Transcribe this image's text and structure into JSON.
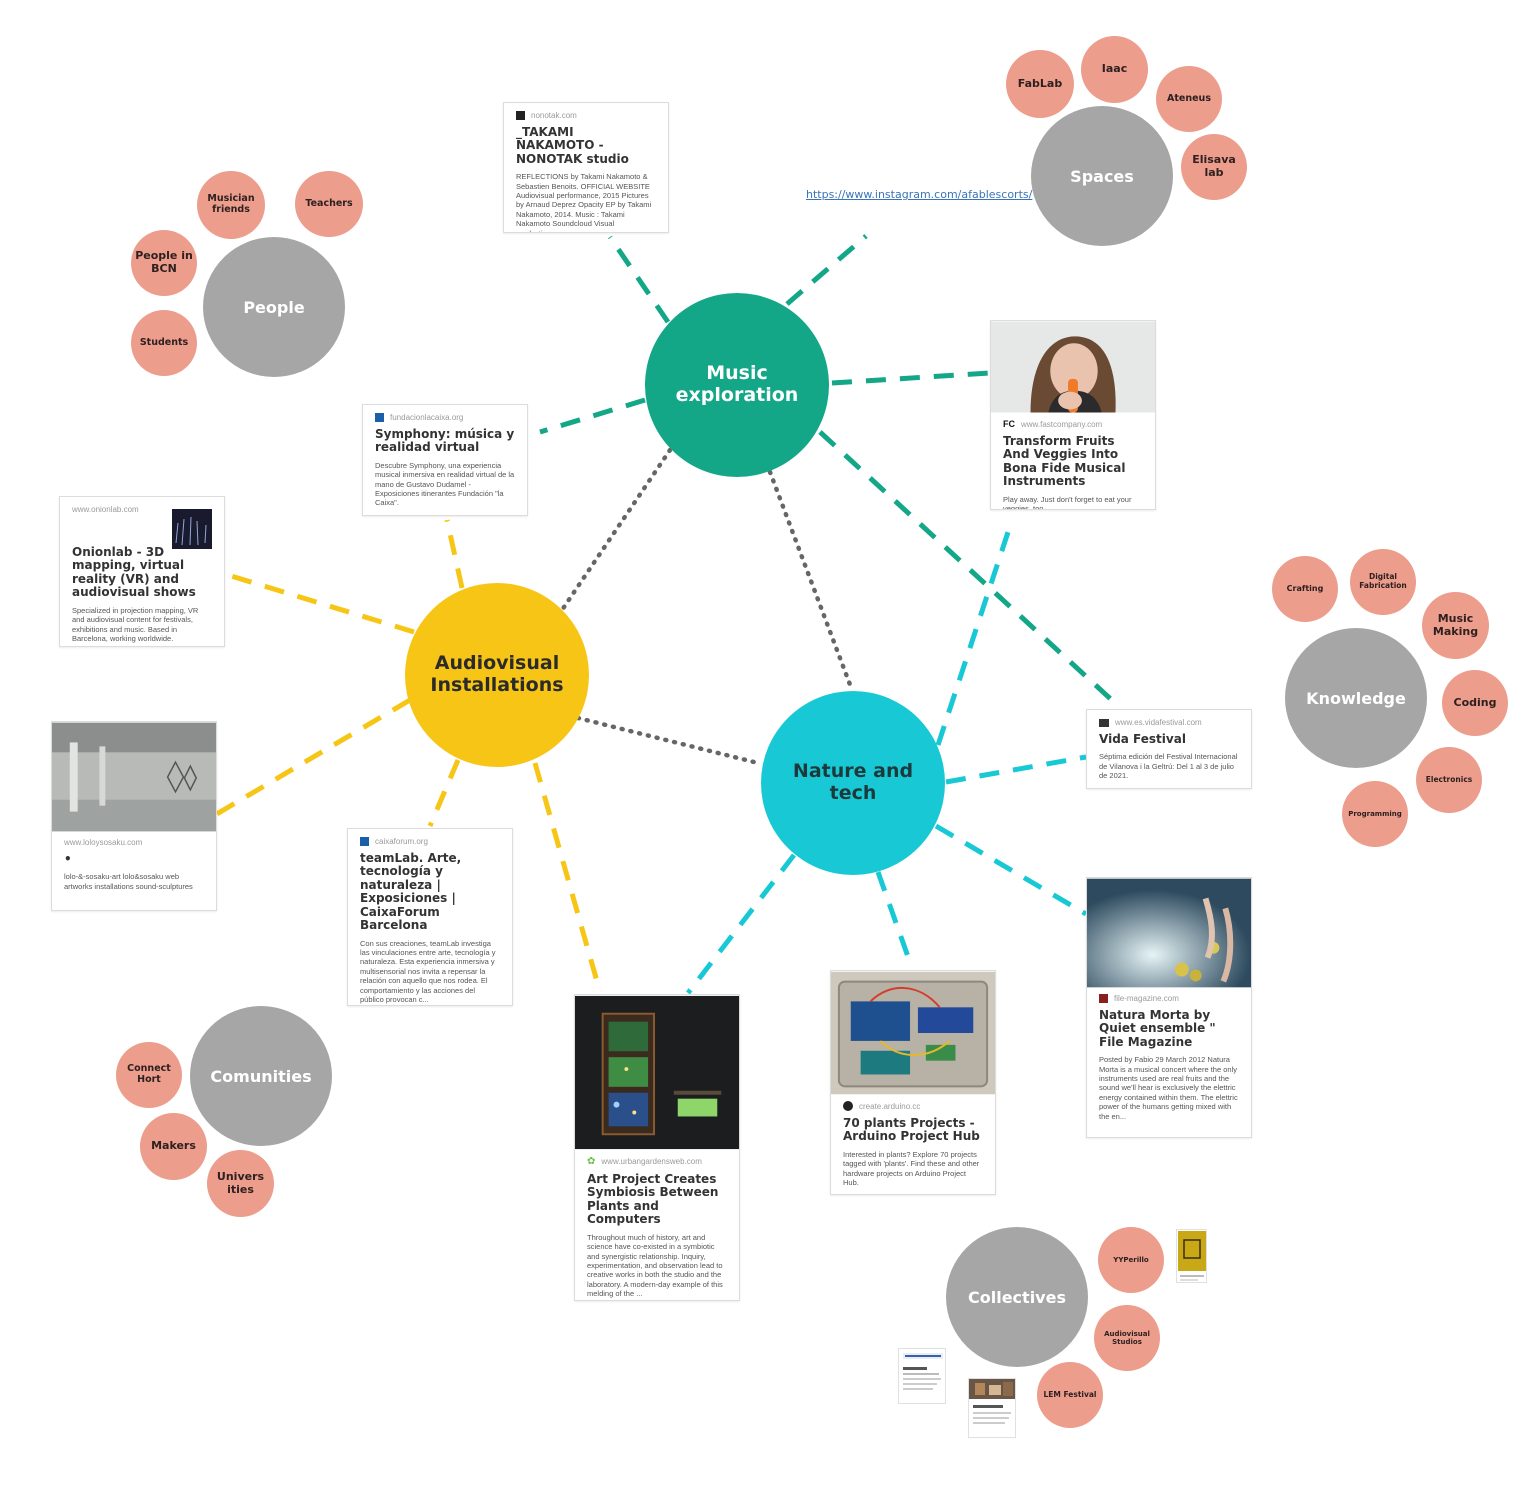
{
  "hubs": {
    "music": "Music exploration",
    "audiovisual": "Audiovisual Installations",
    "nature": "Nature and tech"
  },
  "groups": {
    "people": {
      "label": "People",
      "items": [
        "Musician friends",
        "Teachers",
        "People in BCN",
        "Students"
      ]
    },
    "spaces": {
      "label": "Spaces",
      "items": [
        "FabLab",
        "Iaac",
        "Ateneus",
        "Elisava lab"
      ]
    },
    "knowledge": {
      "label": "Knowledge",
      "items": [
        "Crafting",
        "Digital Fabrication",
        "Music Making",
        "Coding",
        "Electronics",
        "Programming"
      ]
    },
    "comunities": {
      "label": "Comunities",
      "items": [
        "Connect Hort",
        "Makers",
        "Univers ities"
      ]
    },
    "collectives": {
      "label": "Collectives",
      "items": [
        "YYPerillo",
        "Audiovisual Studios",
        "LEM Festival"
      ]
    }
  },
  "links": {
    "instagram": "https://www.instagram.com/afablescorts/"
  },
  "cards": {
    "nonotak": {
      "source": "nonotak.com",
      "title": "_TAKAMI NAKAMOTO - NONOTAK studio",
      "desc": "REFLECTIONS by Takami Nakamoto & Sebastien Benoits. OFFICIAL WEBSITE  Audiovisual performance, 2015 Pictures by Arnaud Deprez Opacity EP by Takami Nakamoto, 2014.  Music : Takami Nakamoto Soundcloud Visual production..."
    },
    "symphony": {
      "source": "fundacionlacaixa.org",
      "title": "Symphony: música y realidad virtual",
      "desc": "Descubre Symphony, una experiencia musical inmersiva en realidad virtual de la mano de Gustavo Dudamel - Exposiciones itinerantes Fundación \"la Caixa\"."
    },
    "fastcompany": {
      "source": "www.fastcompany.com",
      "title": "Transform Fruits And Veggies Into Bona Fide Musical Instruments",
      "desc": "Play away. Just don't forget to eat your veggies, too."
    },
    "onionlab": {
      "source": "www.onionlab.com",
      "title": "Onionlab - 3D mapping, virtual reality (VR) and audiovisual shows",
      "desc": "Specialized in projection mapping, VR and audiovisual content for festivals, exhibitions and music. Based in Barcelona, working worldwide."
    },
    "loloysosaku": {
      "source": "www.loloysosaku.com",
      "title": "•",
      "desc": "lolo-&-sosaku-art lolo&sosaku web artworks installations sound-sculptures"
    },
    "teamlab": {
      "source": "caixaforum.org",
      "title": "teamLab. Arte, tecnología y naturaleza | Exposiciones | CaixaForum Barcelona",
      "desc": "Con sus creaciones, teamLab investiga las vinculaciones entre arte, tecnología y naturaleza. Esta experiencia inmersiva y multisensorial nos invita a repensar la relación con aquello que nos rodea. El comportamiento y las acciones del público provocan c..."
    },
    "vida": {
      "source": "www.es.vidafestival.com",
      "title": "Vida Festival",
      "desc": "Séptima edición del Festival Internacional de Vilanova i la Geltrú: Del 1 al 3 de julio de 2021."
    },
    "urbangardens": {
      "source": "www.urbangardensweb.com",
      "title": "Art Project Creates Symbiosis Between Plants and Computers",
      "desc": "Throughout much of history, art and science have co-existed in a symbiotic and synergistic relationship. Inquiry, experimentation, and observation lead to creative works in both the studio and the laboratory. A modern-day example of this melding of the ..."
    },
    "arduino": {
      "source": "create.arduino.cc",
      "title": "70 plants Projects - Arduino Project Hub",
      "desc": "Interested in plants? Explore 70 projects tagged with 'plants'. Find these and other hardware projects on Arduino Project Hub."
    },
    "file": {
      "source": "file-magazine.com",
      "title": "Natura Morta by Quiet ensemble \" File Magazine",
      "desc": "Posted by Fabio 29 March 2012 Natura Morta is a musical concert where the only instruments used are real fruits and the sound we'll hear is exclusively the elettric energy contained within them. The elettric power of the humans getting mixed with the en..."
    }
  },
  "colors": {
    "music": "#13a787",
    "audiovisual": "#f7c515",
    "nature": "#18c9d5",
    "group": "#a6a6a6",
    "item": "#ec9d8c",
    "connector": "#666666"
  }
}
